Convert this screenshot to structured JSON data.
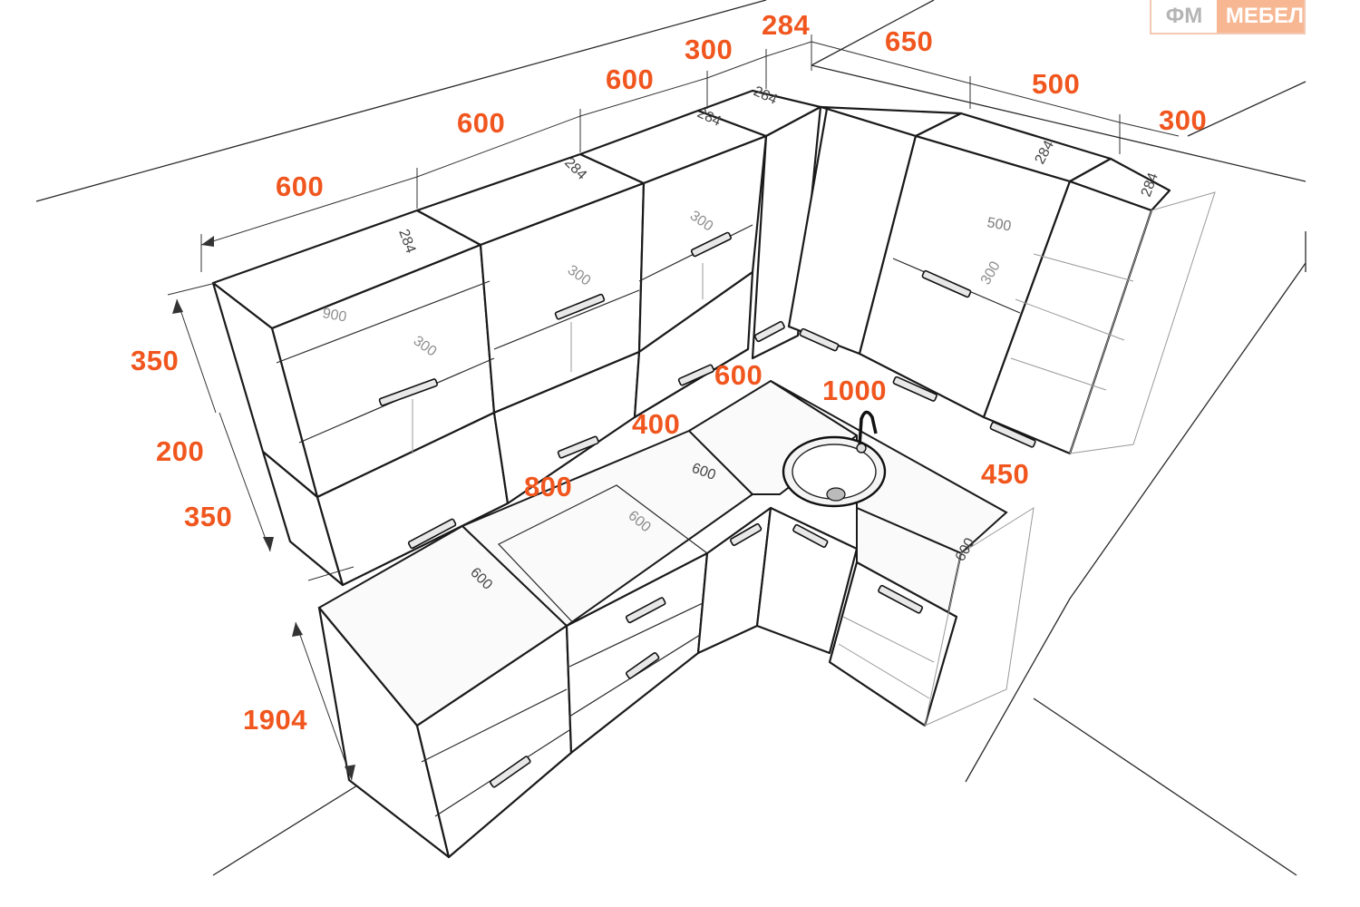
{
  "logo": {
    "left_text": "ФМ",
    "right_text": "МЕБЕЛ"
  },
  "dimensions": {
    "top_upper": [
      "600",
      "600",
      "600",
      "300",
      "284"
    ],
    "right_upper": [
      "650",
      "500",
      "300"
    ],
    "heights_left": [
      "350",
      "200",
      "350"
    ],
    "total_height": "1904",
    "worktop_corner": "600",
    "worktop_sink": "1000",
    "worktop_left": "400",
    "worktop_mid": "800",
    "worktop_right": "450"
  },
  "inner_marks": {
    "depth_upper": [
      "284",
      "284",
      "284",
      "284",
      "284",
      "284"
    ],
    "shelf_upper": [
      "900",
      "300",
      "300",
      "300",
      "300",
      "500"
    ],
    "depth_base": [
      "600",
      "600",
      "600",
      "600"
    ]
  },
  "colors": {
    "dimension_label": "#f0561e",
    "logo_accent": "#f7b792"
  }
}
